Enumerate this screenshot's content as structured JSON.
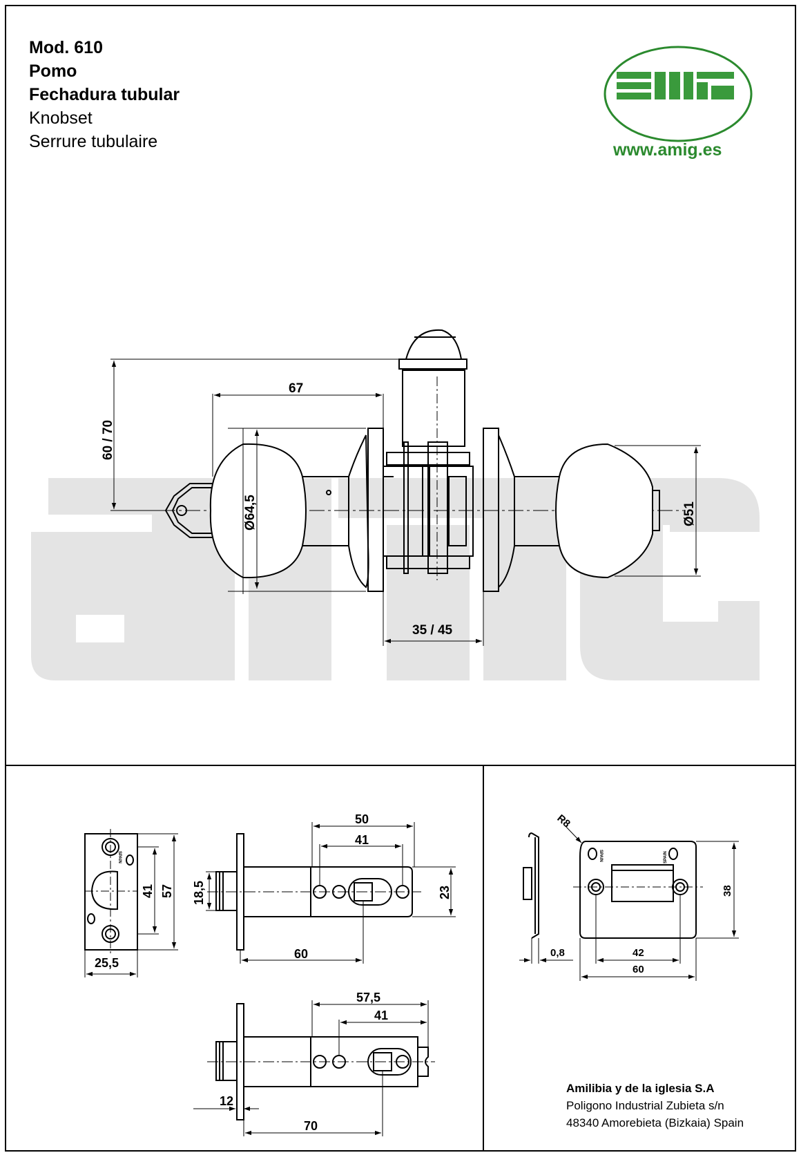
{
  "header": {
    "model": "Mod. 610",
    "name_es": "Pomo",
    "type_pt": "Fechadura tubular",
    "name_en": "Knobset",
    "name_fr": "Serrure tubulaire"
  },
  "logo": {
    "text": "amig",
    "website": "www.amig.es",
    "color": "#2b8a2e"
  },
  "watermark": {
    "text": "amig",
    "color": "#e3e3e3"
  },
  "main_view": {
    "dim_height": "60 / 70",
    "dim_length": "67",
    "dim_knob_diameter": "Ø64,5",
    "dim_rose_diameter": "Ø51",
    "dim_door_thickness": "35 / 45"
  },
  "strike_front": {
    "dim_width": "25,5",
    "dim_hole_spacing": "41",
    "dim_height": "57",
    "stamp": "SPAIN"
  },
  "latch_60": {
    "dim_50": "50",
    "dim_41": "41",
    "dim_bolt": "18,5",
    "dim_23": "23",
    "dim_backset": "60"
  },
  "latch_70": {
    "dim_57": "57,5",
    "dim_41": "41",
    "dim_12": "12",
    "dim_backset": "70"
  },
  "strike_plate": {
    "dim_radius": "R8",
    "dim_38": "38",
    "dim_42": "42",
    "dim_60": "60",
    "dim_thickness": "0,8",
    "stamp": "SPAIN"
  },
  "company": {
    "name": "Amilibia y de la iglesia S.A",
    "address": "Poligono Industrial Zubieta s/n",
    "city": "48340 Amorebieta (Bizkaia) Spain"
  }
}
